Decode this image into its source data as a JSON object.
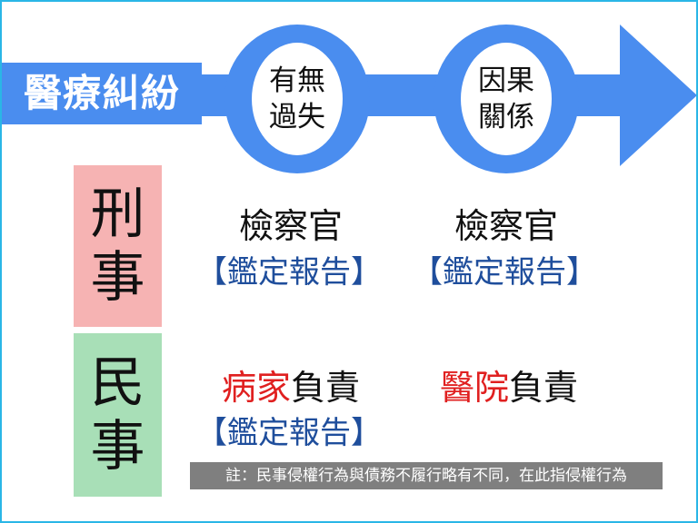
{
  "title": "醫療糾紛",
  "steps": [
    {
      "line1": "有無",
      "line2": "過失"
    },
    {
      "line1": "因果",
      "line2": "關係"
    }
  ],
  "criminal": {
    "label1": "刑",
    "label2": "事",
    "col1": {
      "who": "檢察官",
      "basis": "【鑑定報告】"
    },
    "col2": {
      "who": "檢察官",
      "basis": "【鑑定報告】"
    }
  },
  "civil": {
    "label1": "民",
    "label2": "事",
    "col1": {
      "who_red": "病家",
      "who_rest": "負責",
      "basis": "【鑑定報告】"
    },
    "col2": {
      "who_red": "醫院",
      "who_rest": "負責"
    }
  },
  "note": "註：民事侵權行為與債務不履行略有不同，在此指侵權行為",
  "colors": {
    "arrow": "#4a8def",
    "criminal": "#f6b3b3",
    "civil": "#a8dfb7",
    "basis": "#1f4e9c",
    "highlight": "#e02020"
  }
}
